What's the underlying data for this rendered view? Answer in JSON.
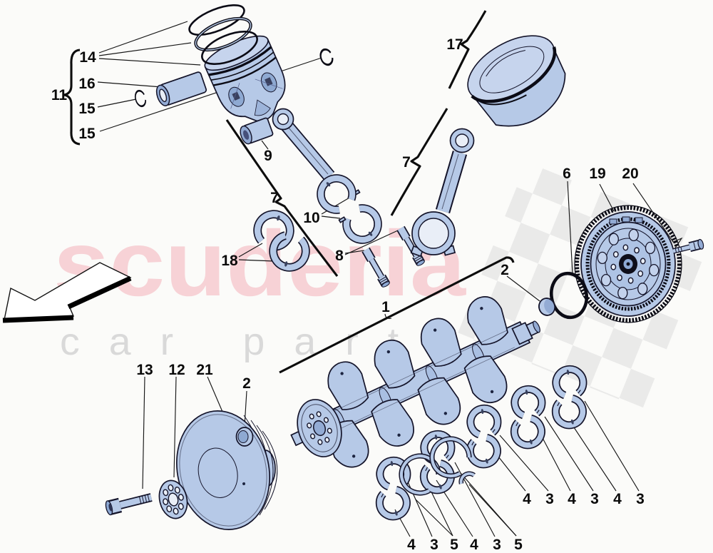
{
  "figure": {
    "type": "exploded-parts-diagram",
    "subject": "crankshaft, pistons, connecting rods, bearings and flywheel"
  },
  "watermark": {
    "brand_top": "scuderia",
    "brand_bottom": "car parts",
    "pink": "#f7d2d6",
    "gray": "#d9d9d9",
    "checker": "#e6e6e6"
  },
  "colors": {
    "background": "#fbfbf9",
    "part_fill": "#b6c9e7",
    "part_shade": "#8ea9d2",
    "outline": "#14142a",
    "callout_text": "#0b0b0b"
  },
  "callouts": [
    {
      "text": "14"
    },
    {
      "text": "16"
    },
    {
      "text": "15"
    },
    {
      "text": "15"
    },
    {
      "text": "11"
    },
    {
      "text": "9"
    },
    {
      "text": "7"
    },
    {
      "text": "10"
    },
    {
      "text": "18"
    },
    {
      "text": "8"
    },
    {
      "text": "17"
    },
    {
      "text": "7"
    },
    {
      "text": "6"
    },
    {
      "text": "19"
    },
    {
      "text": "20"
    },
    {
      "text": "1"
    },
    {
      "text": "2"
    },
    {
      "text": "2"
    },
    {
      "text": "13"
    },
    {
      "text": "12"
    },
    {
      "text": "21"
    },
    {
      "text": "4"
    },
    {
      "text": "3"
    },
    {
      "text": "5"
    },
    {
      "text": "4"
    },
    {
      "text": "3"
    },
    {
      "text": "5"
    },
    {
      "text": "4"
    },
    {
      "text": "3"
    },
    {
      "text": "4"
    },
    {
      "text": "3"
    },
    {
      "text": "4"
    },
    {
      "text": "3"
    }
  ]
}
